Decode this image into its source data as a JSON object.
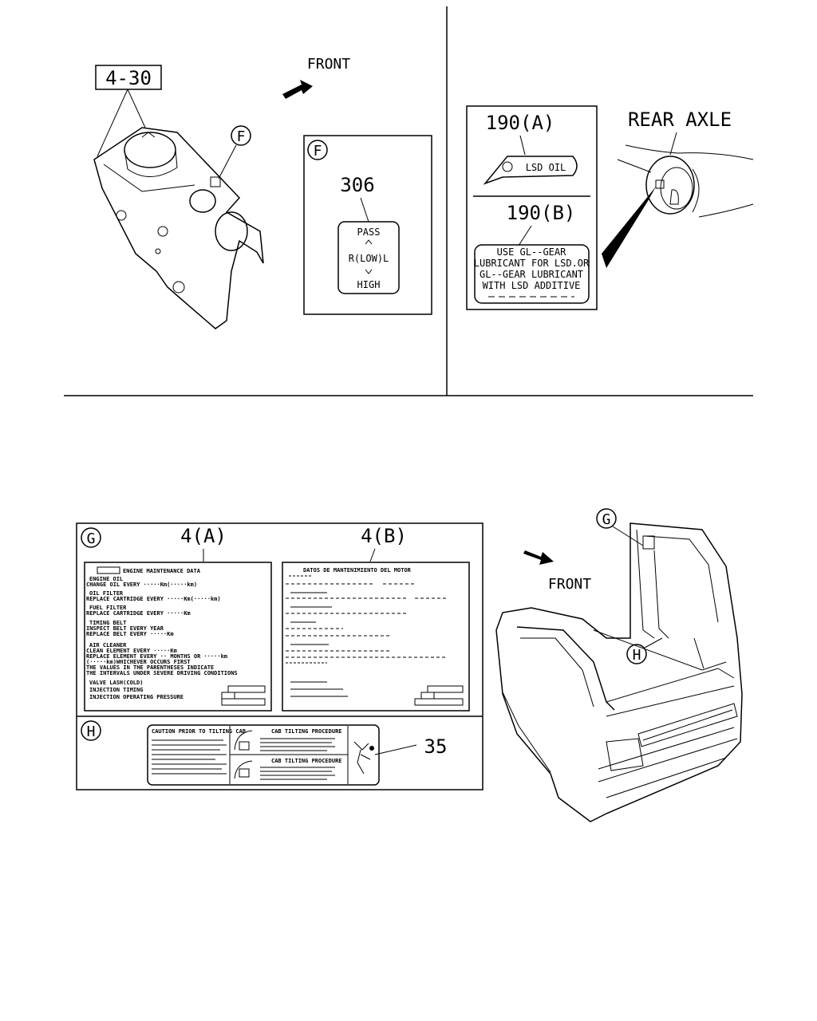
{
  "top_left": {
    "callout_ref": "4-30",
    "front_label": "FRONT",
    "view_letter": "F",
    "panel_letter": "F",
    "part_no": "306",
    "label_lines": [
      "PASS",
      "R(LOW)L",
      "HIGH"
    ]
  },
  "top_right": {
    "part_a": "190(A)",
    "lsd_label": "LSD OIL",
    "part_b": "190(B)",
    "instruction_lines": [
      "USE GL--GEAR",
      "LUBRICANT FOR LSD.OR",
      "GL--GEAR LUBRICANT",
      "WITH LSD ADDITIVE"
    ],
    "axle_label": "REAR AXLE"
  },
  "bottom": {
    "panel_g_letter": "G",
    "part_4a": "4(A)",
    "part_4b": "4(B)",
    "english_title": "ENGINE MAINTENANCE DATA",
    "english_lines": [
      "ENGINE OIL",
      "CHANGE OIL EVERY ·····Km(·····km)",
      "OIL FILTER",
      "REPLACE CARTRIDGE EVERY ·····Km(·····km)",
      "FUEL FILTER",
      "REPLACE CARTRIDGE EVERY ·····Km",
      "TIMING BELT",
      "INSPECT BELT EVERY YEAR",
      "REPLACE BELT EVERY ·····Km",
      "AIR CLEANER",
      "CLEAN ELEMENT EVERY ·····Km",
      "REPLACE ELEMENT EVERY ·· MONTHS OR ·····km",
      "(·····km)WHICHEVER OCCURS FIRST",
      "THE VALUES IN THE PARENTHESES INDICATE",
      "THE INTERVALS UNDER SEVERE DRIVING CONDITIONS",
      "VALVE LASH(COLD)",
      "INJECTION TIMING",
      "INJECTION OPERATING PRESSURE"
    ],
    "spanish_title": "DATOS DE MANTENIMIENTO DEL MOTOR",
    "panel_h_letter": "H",
    "caution_title": "CAUTION PRIOR TO TILTING CAB",
    "cab_tilting_1": "CAB TILTING PROCEDURE",
    "cab_tilting_2": "CAB TILTING PROCEDURE",
    "part_35": "35",
    "front_label": "FRONT",
    "view_g": "G",
    "view_h": "H"
  }
}
